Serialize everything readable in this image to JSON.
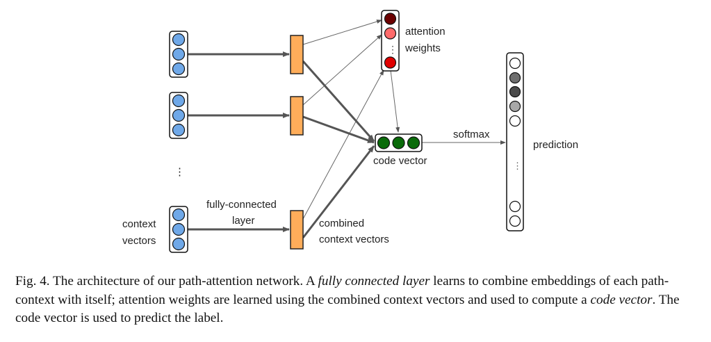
{
  "labels": {
    "attention_weights_line1": "attention",
    "attention_weights_line2": "weights",
    "softmax": "softmax",
    "code_vector": "code vector",
    "prediction": "prediction",
    "fully_connected_line1": "fully-connected",
    "fully_connected_line2": "layer",
    "context_vectors_line1": "context",
    "context_vectors_line2": "vectors",
    "combined_line1": "combined",
    "combined_line2": "context vectors",
    "ellipsis": "⋮"
  },
  "colors": {
    "context_node": "#6fa8e8",
    "fc_box": "#ffad5a",
    "attention_nodes": [
      "#6b0000",
      "#ff6b6b",
      "#e00000"
    ],
    "code_vector_node": "#0a6b0a",
    "prediction_nodes": [
      "#ffffff",
      "#6e6e6e",
      "#4a4a4a",
      "#a8a8a8",
      "#ffffff",
      "#ffffff",
      "#ffffff"
    ],
    "arrow": "#555555"
  },
  "caption": {
    "prefix": "Fig. 4.",
    "part1": " The architecture of our path-attention network. A ",
    "em1": "fully connected layer",
    "part2": " learns to combine embeddings of each path-context with itself; attention weights are learned using the combined context vectors and used to compute a ",
    "em2": "code vector",
    "part3": ". The code vector is used to predict the label."
  }
}
